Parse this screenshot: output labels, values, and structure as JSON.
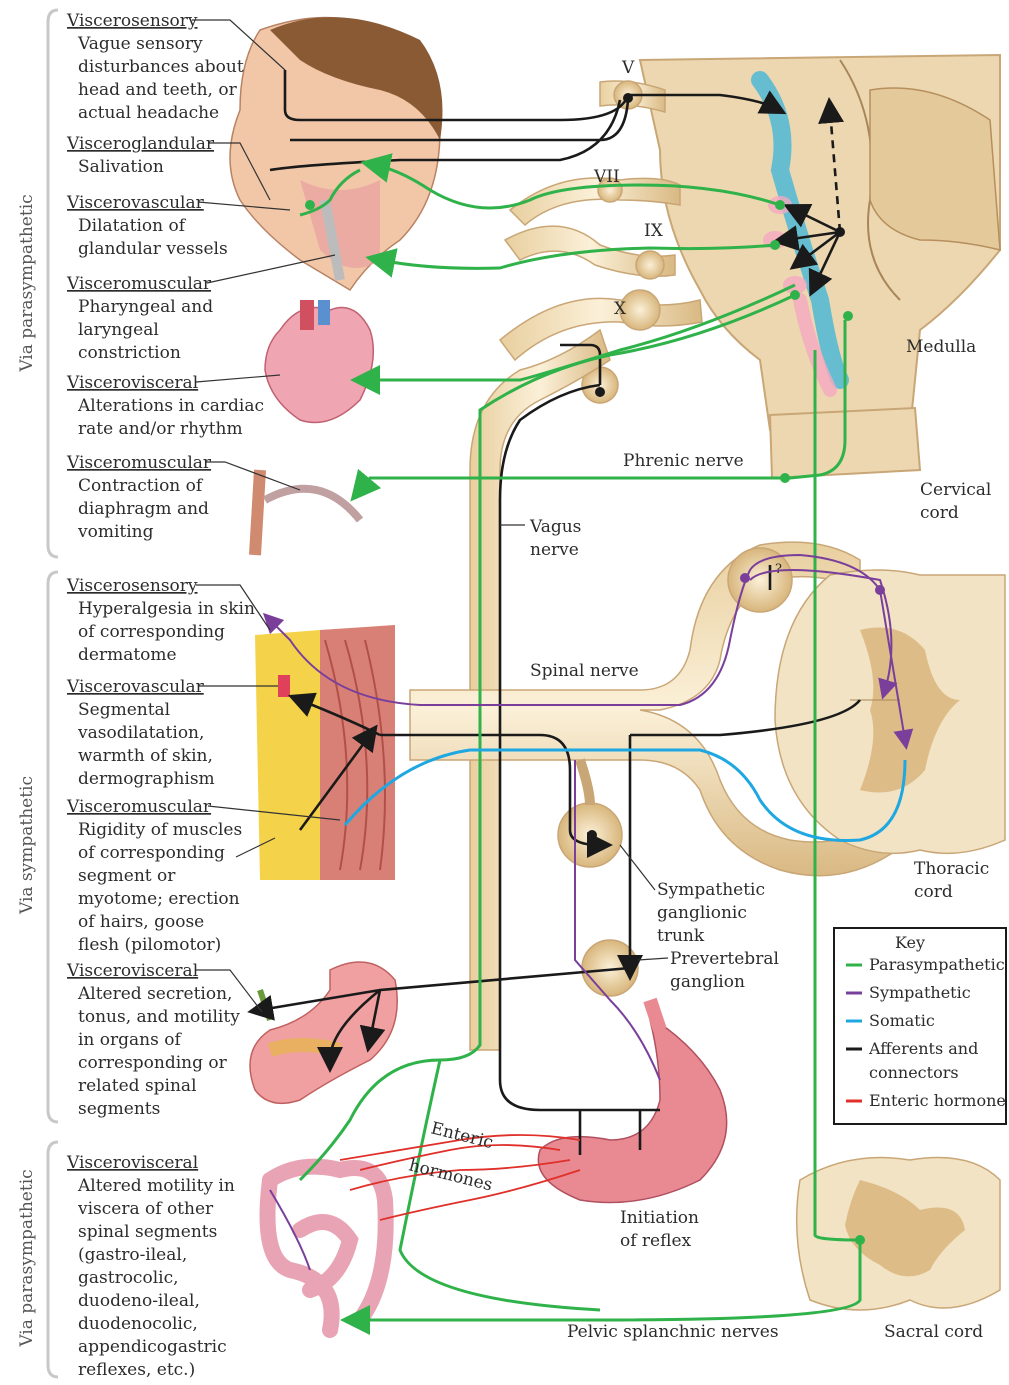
{
  "side_labels": {
    "top": "Via parasympathetic",
    "middle": "Via sympathetic",
    "bottom": "Via parasympathetic"
  },
  "left_items": [
    {
      "heading": "Viscerosensory",
      "lines": [
        "Vague sensory",
        "disturbances about",
        "head and teeth, or",
        "actual headache"
      ]
    },
    {
      "heading": "Visceroglandular",
      "lines": [
        "Salivation"
      ]
    },
    {
      "heading": "Viscerovascular",
      "lines": [
        "Dilatation of",
        "glandular vessels"
      ]
    },
    {
      "heading": "Visceromuscular",
      "lines": [
        "Pharyngeal and",
        "laryngeal",
        "constriction"
      ]
    },
    {
      "heading": "Viscerovisceral",
      "lines": [
        "Alterations in cardiac",
        "rate and/or rhythm"
      ]
    },
    {
      "heading": "Visceromuscular",
      "lines": [
        "Contraction of",
        "diaphragm and",
        "vomiting"
      ]
    },
    {
      "heading": "Viscerosensory",
      "lines": [
        "Hyperalgesia in skin",
        "of corresponding",
        "dermatome"
      ]
    },
    {
      "heading": "Viscerovascular",
      "lines": [
        "Segmental",
        "vasodilatation,",
        "warmth of skin,",
        "dermographism"
      ]
    },
    {
      "heading": "Visceromuscular",
      "lines": [
        "Rigidity of muscles",
        "of corresponding",
        "segment or",
        "myotome; erection",
        "of hairs, goose",
        "flesh (pilomotor)"
      ]
    },
    {
      "heading": "Viscerovisceral",
      "lines": [
        "Altered secretion,",
        "tonus, and motility",
        "in organs of",
        "corresponding or",
        "related spinal",
        "segments"
      ]
    },
    {
      "heading": "Viscerovisceral",
      "lines": [
        "Altered motility in",
        "viscera of other",
        "spinal segments",
        "(gastro-ileal,",
        "gastrocolic,",
        "duodeno-ileal,",
        "duodenocolic,",
        "appendicogastric",
        "reflexes, etc.)"
      ]
    }
  ],
  "nerve_labels": {
    "v": "V",
    "vii": "VII",
    "ix": "IX",
    "x": "X",
    "medulla": "Medulla",
    "phrenic": "Phrenic nerve",
    "cervical_cord": [
      "Cervical",
      "cord"
    ],
    "vagus": [
      "Vagus",
      "nerve"
    ],
    "spinal_nerve": "Spinal nerve",
    "question": "?",
    "thoracic_cord": [
      "Thoracic",
      "cord"
    ],
    "sympathetic_trunk": [
      "Sympathetic",
      "ganglionic",
      "trunk"
    ],
    "prevertebral": [
      "Prevertebral",
      "ganglion"
    ],
    "enteric": "Enteric",
    "hormones": "hormones",
    "initiation": [
      "Initiation",
      "of reflex"
    ],
    "pelvic": "Pelvic splanchnic nerves",
    "sacral_cord": "Sacral cord"
  },
  "key": {
    "title": "Key",
    "items": [
      {
        "label": "Parasympathetic",
        "color": "#2fb24a"
      },
      {
        "label": "Sympathetic",
        "color": "#7a3f9a"
      },
      {
        "label": "Somatic",
        "color": "#1ea7e0"
      },
      {
        "label": "Afferents and",
        "label2": "connectors",
        "color": "#1a1a1a"
      },
      {
        "label": "Enteric hormone",
        "color": "#e0302a"
      }
    ]
  },
  "colors": {
    "parasympathetic": "#2fb24a",
    "sympathetic": "#7a3f9a",
    "somatic": "#1ea7e0",
    "afferent": "#1a1a1a",
    "enteric": "#e0302a",
    "nerve_tissue": "#f1deb8",
    "cord_tissue": "#e9d3a9"
  }
}
